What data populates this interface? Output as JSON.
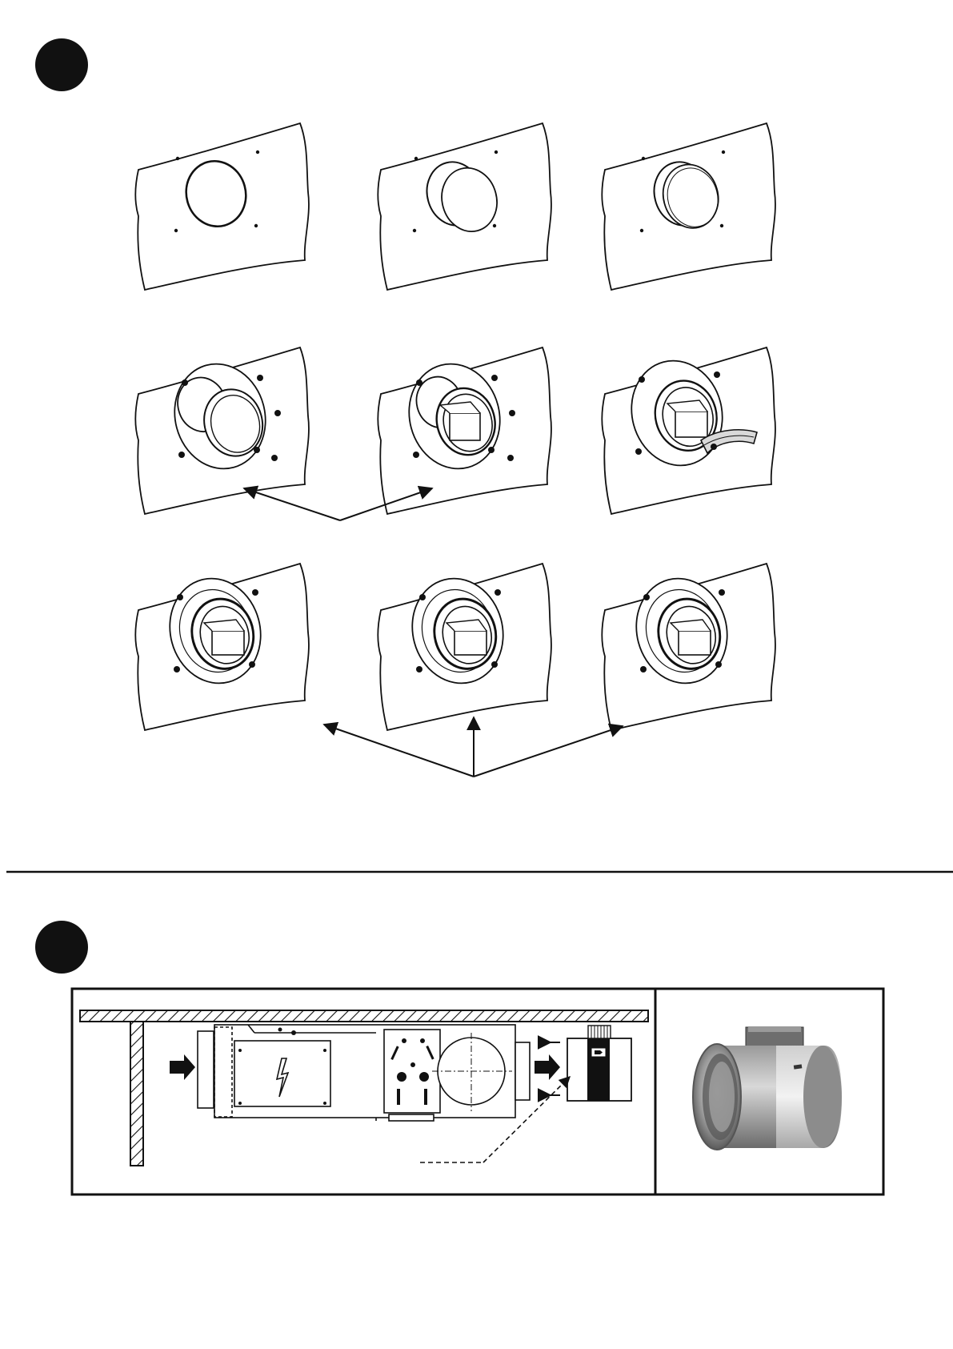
{
  "document": {
    "sections": [
      {
        "id": "wall-mounting-steps",
        "step_count": 9,
        "marker": "filled-circle"
      },
      {
        "id": "duct-installation-schematic",
        "marker": "filled-circle"
      }
    ]
  },
  "icons": {
    "hazard": "lightning-bolt-icon",
    "airflow": "arrow-right-icon"
  },
  "colors": {
    "line": "#111111",
    "paper": "#ffffff",
    "damper_sleeve": "#bdbdbd",
    "damper_metal": "#7a7a7a"
  }
}
